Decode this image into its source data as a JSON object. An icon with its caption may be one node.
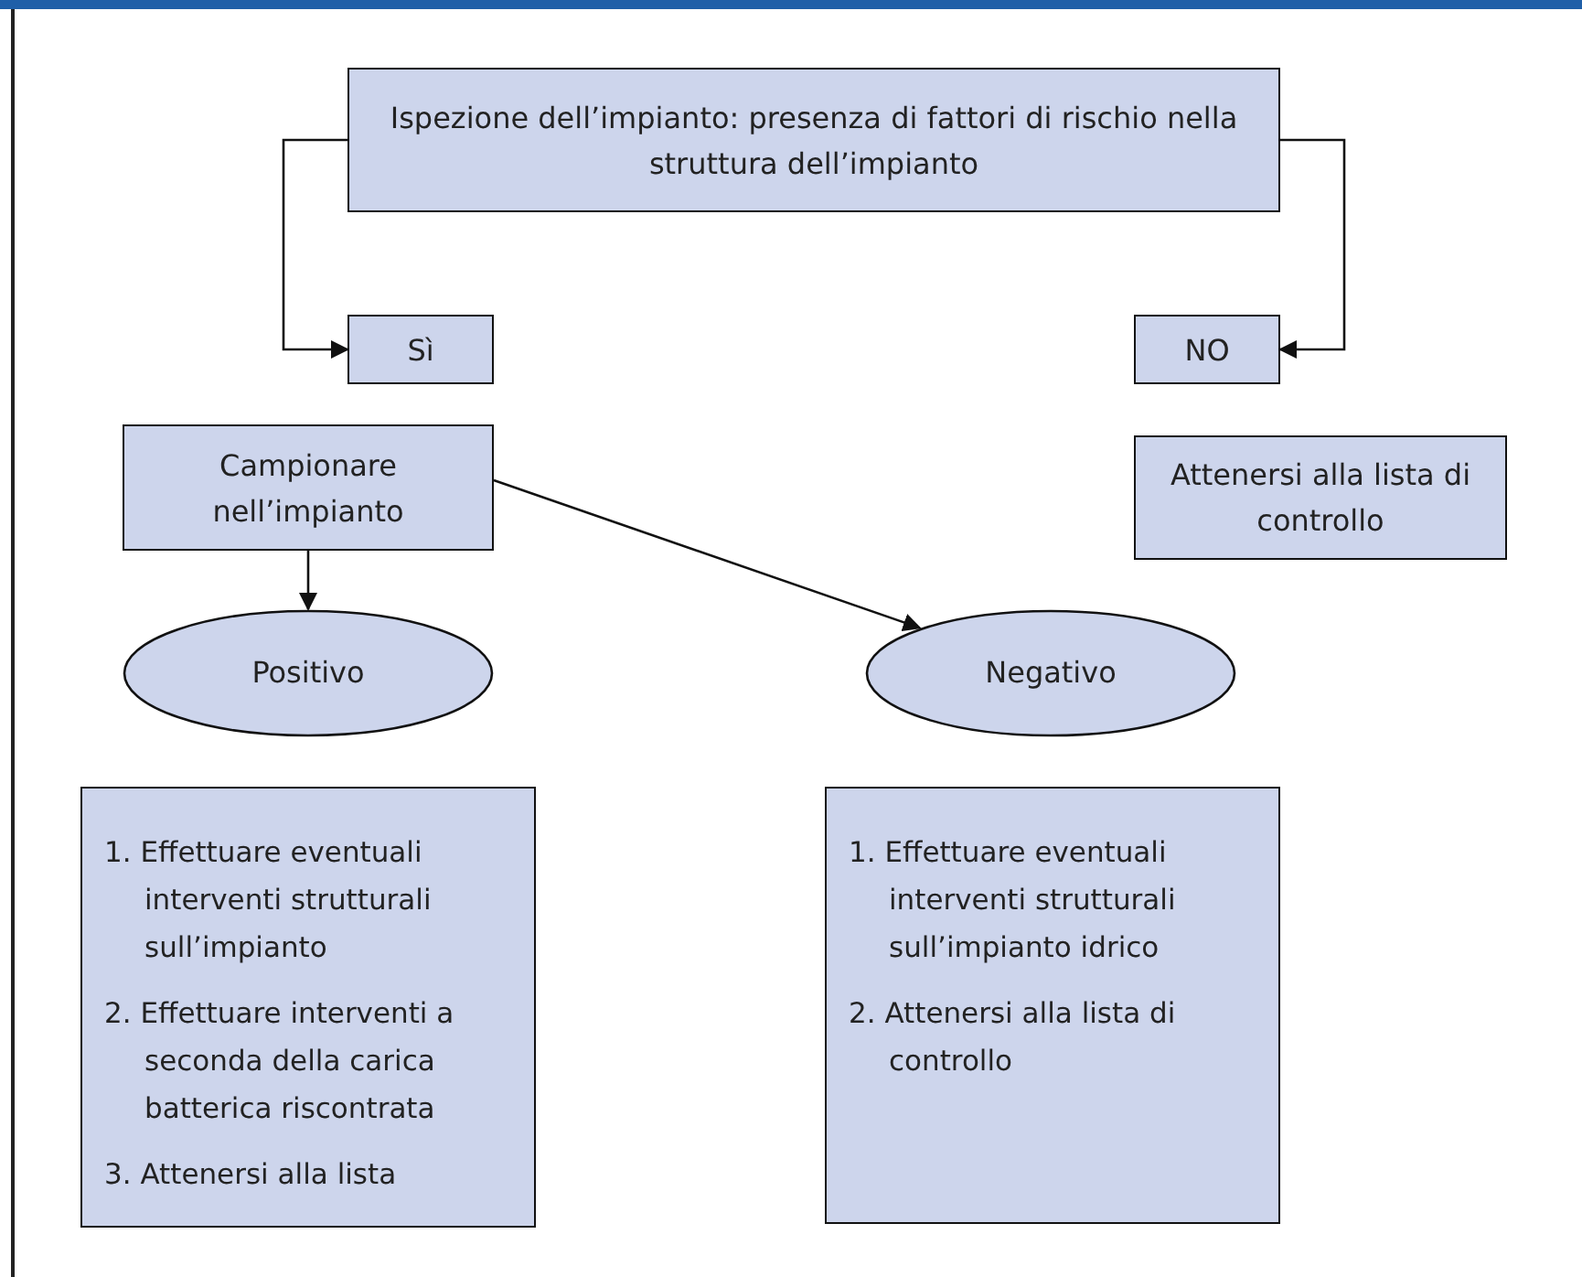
{
  "diagram": {
    "nodes": [
      {
        "text": [
          "Ispezione dell’impianto: presenza di fattori di rischio nella struttura dell’impianto"
        ]
      },
      {
        "text": [
          "Sì"
        ]
      },
      {
        "text": [
          "NO"
        ]
      },
      {
        "text": [
          "Campionare nell’impianto"
        ]
      },
      {
        "text": [
          "Attenersi alla lista di controllo"
        ]
      },
      {
        "text": [
          "Positivo"
        ]
      },
      {
        "text": [
          "Negativo"
        ]
      },
      {
        "text": [
          "1. Effettuare eventuali interventi strutturali sull’impianto",
          "2. Effettuare interventi a seconda della carica batterica riscontrata",
          "3. Attenersi alla lista"
        ]
      },
      {
        "text": [
          "1. Effettuare eventuali interventi strutturali sull’impianto idrico",
          "2. Attenersi alla lista di controllo"
        ]
      }
    ],
    "edges": [
      {
        "from": 0,
        "to": 1,
        "arrow": "to"
      },
      {
        "from": 0,
        "to": 2,
        "arrow": "to"
      },
      {
        "from": 3,
        "to": 5,
        "arrow": "to"
      },
      {
        "from": 3,
        "to": 6,
        "arrow": "to"
      }
    ]
  }
}
